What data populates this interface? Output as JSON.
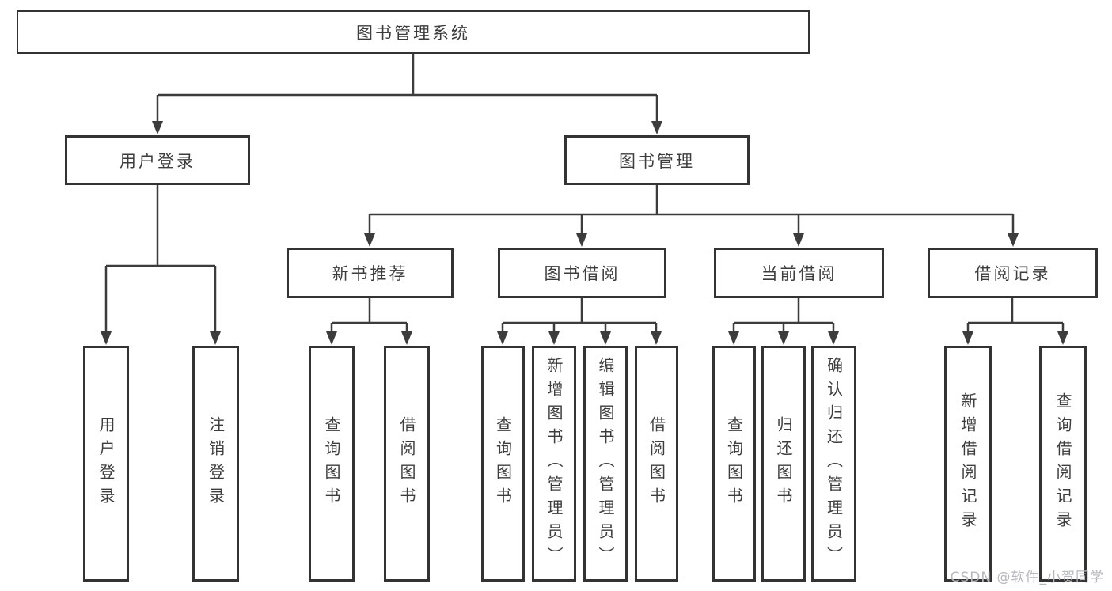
{
  "tree": {
    "label": "图书管理系统",
    "children": [
      {
        "label": "用户登录",
        "children": [
          {
            "label": "用户登录"
          },
          {
            "label": "注销登录"
          }
        ]
      },
      {
        "label": "图书管理",
        "children": [
          {
            "label": "新书推荐",
            "children": [
              {
                "label": "查询图书"
              },
              {
                "label": "借阅图书"
              }
            ]
          },
          {
            "label": "图书借阅",
            "children": [
              {
                "label": "查询图书"
              },
              {
                "label": "新增图书（管理员）"
              },
              {
                "label": "编辑图书（管理员）"
              },
              {
                "label": "借阅图书"
              }
            ]
          },
          {
            "label": "当前借阅",
            "children": [
              {
                "label": "查询图书"
              },
              {
                "label": "归还图书"
              },
              {
                "label": "确认归还（管理员）"
              }
            ]
          },
          {
            "label": "借阅记录",
            "children": [
              {
                "label": "新增借阅记录"
              },
              {
                "label": "查询借阅记录"
              }
            ]
          }
        ]
      }
    ]
  },
  "watermark": {
    "text": "CSDN @软件_小贺同学"
  },
  "colors": {
    "background": "#ffffff",
    "line": "#3c3c3c",
    "box_border": "#333333",
    "text": "#3d3d3d",
    "watermark": "#b5b8bc"
  },
  "diagram_type": "hierarchy-flowchart"
}
